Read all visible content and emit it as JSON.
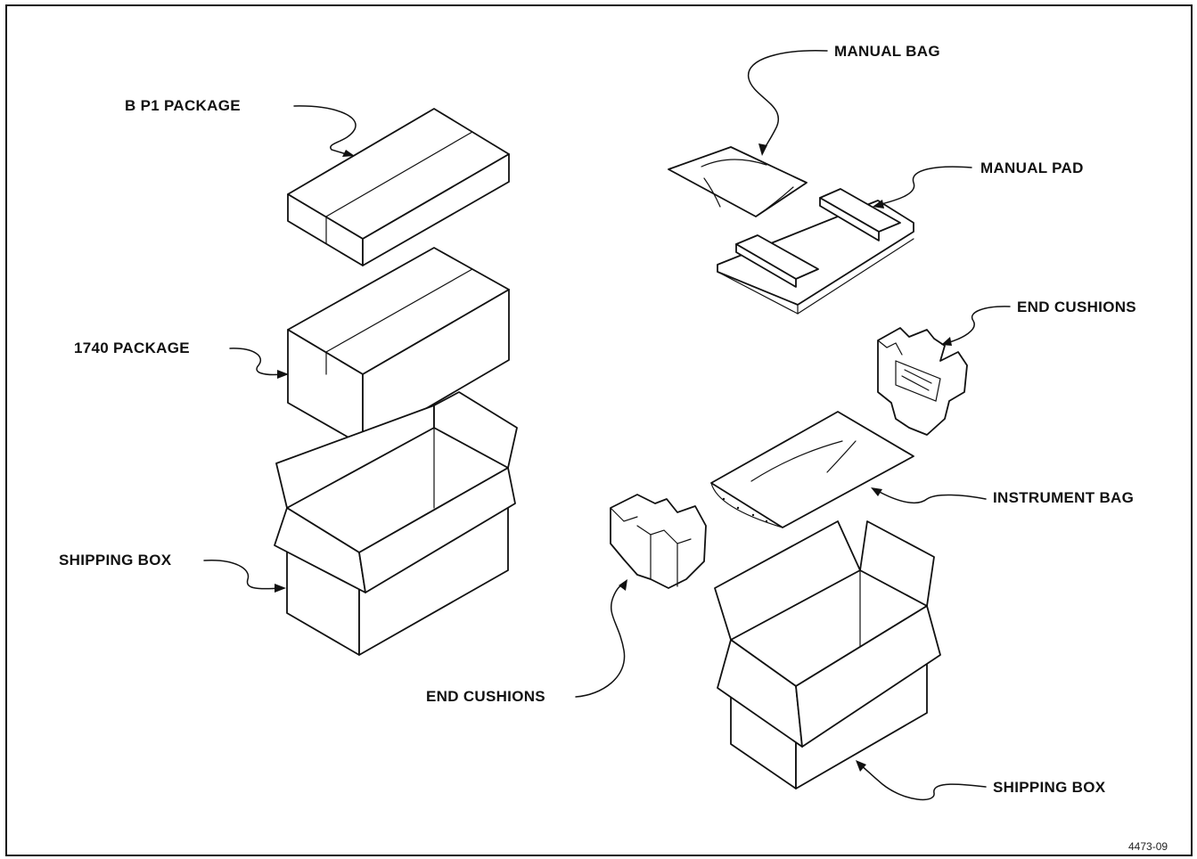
{
  "labels": {
    "bp1_package": "B P1 PACKAGE",
    "package_1740": "1740 PACKAGE",
    "shipping_box_left": "SHIPPING BOX",
    "manual_bag": "MANUAL BAG",
    "manual_pad": "MANUAL PAD",
    "end_cushions_right": "END CUSHIONS",
    "instrument_bag": "INSTRUMENT BAG",
    "end_cushions_bottom": "END CUSHIONS",
    "shipping_box_right": "SHIPPING BOX"
  },
  "figure_number": "4473-09"
}
